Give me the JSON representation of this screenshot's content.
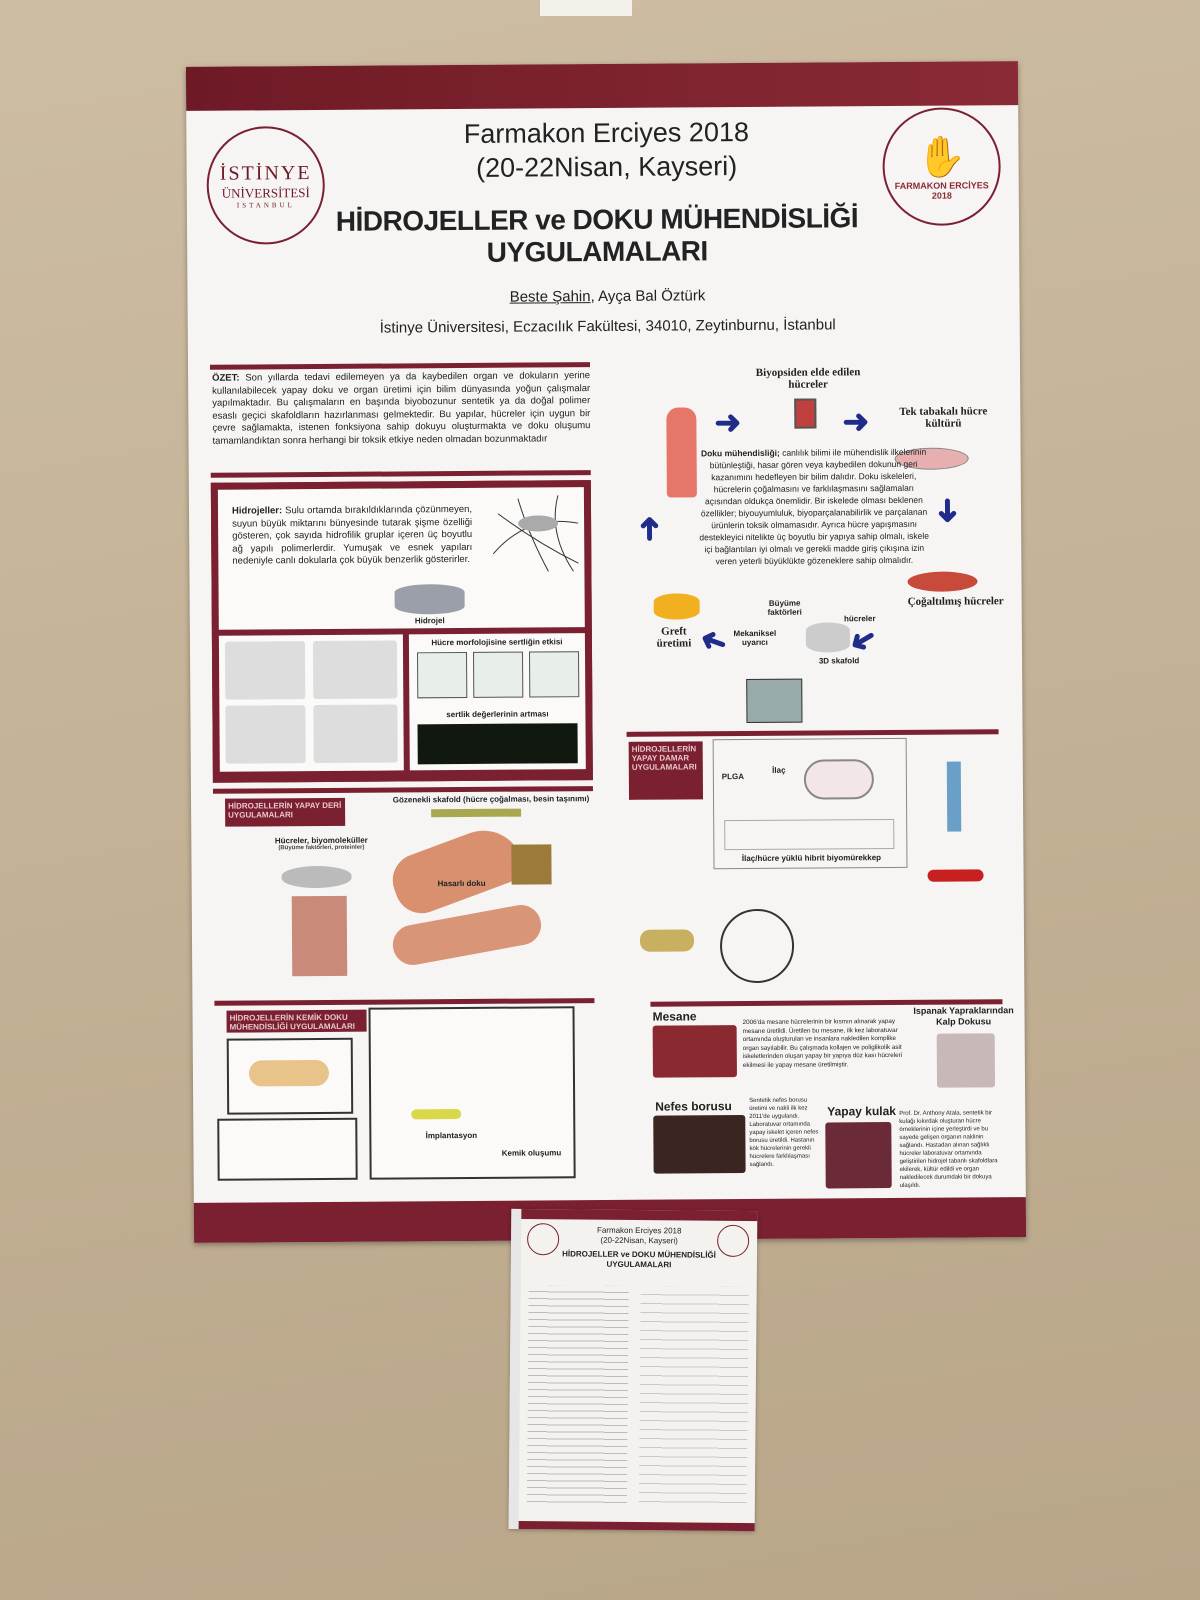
{
  "poster": {
    "conference": "Farmakon Erciyes 2018",
    "dates": "(20-22Nisan, Kayseri)",
    "title_line1": "HİDROJELLER ve DOKU MÜHENDİSLİĞİ",
    "title_line2": "UYGULAMALARI",
    "author1": "Beste Şahin",
    "author2": ", Ayça Bal Öztürk",
    "affiliation": "İstinye Üniversitesi, Eczacılık Fakültesi, 34010, Zeytinburnu, İstanbul",
    "logo_left": {
      "line1": "İSTİNYE",
      "line2": "ÜNİVERSİTESİ",
      "line3": "İSTANBUL"
    },
    "logo_right": "FARMAKON ERCİYES 2018",
    "abstract_label": "ÖZET:",
    "abstract": " Son yıllarda tedavi edilemeyen ya da kaybedilen organ ve dokuların yerine kullanılabilecek yapay doku ve organ üretimi için bilim dünyasında yoğun çalışmalar yapılmaktadır. Bu çalışmaların en başında biyobozunur sentetik ya da doğal polimer esaslı geçici skafoldların hazırlanması gelmektedir. Bu yapılar, hücreler için uygun bir çevre sağlamakta, istenen fonksiyona sahip dokuyu oluşturmakta ve doku oluşumu tamamlandıktan sonra herhangi bir toksik etkiye neden olmadan bozunmaktadır",
    "hydrogel_label": "Hidrojeller:",
    "hydrogel_text": " Sulu ortamda bırakıldıklarında çözünmeyen, suyun büyük miktarını bünyesinde tutarak şişme özelliği gösteren, çok sayıda hidrofilik gruplar içeren üç boyutlu ağ yapılı polimerlerdir. Yumuşak ve esnek yapıları nedeniyle canlı dokularla çok büyük benzerlik gösterirler.",
    "hydrogel_img": "Hidrojel",
    "stiffness_title": "Hücre morfolojisine sertliğin etkisi",
    "stiffness_axis": "sertlik değerlerinin artması",
    "cycle": {
      "biopsy": "Biyopsiden elde edilen hücreler",
      "monolayer": "Tek tabakalı hücre kültürü",
      "expanded": "Çoğaltılmış hücreler",
      "graft": "Greft üretimi",
      "scaffold": "3D skafold",
      "growth": "Büyüme faktörleri",
      "cells": "hücreler",
      "mech": "Mekaniksel uyarıcı",
      "te_label": "Doku mühendisliği;",
      "te_text": " canlılık bilimi ile mühendislik ilkelerinin bütünleştiği, hasar gören veya kaybedilen dokunun geri kazanımını hedefleyen bir bilim dalıdır. Doku iskeleleri, hücrelerin çoğalmasını ve farklılaşmasını sağlamaları açısından oldukça önemlidir. Bir iskelede olması beklenen özellikler; biyouyumluluk, biyoparçalanabilirlik ve parçalanan ürünlerin toksik olmamasıdır. Ayrıca hücre yapışmasını destekleyici nitelikte üç boyutlu bir yapıya sahip olmalı, iskele içi bağlantıları iyi olmalı ve gerekli madde giriş çıkışına izin veren yeterli büyüklükte gözeneklere sahip olmalıdır."
    },
    "skin": {
      "header": "HİDROJELLERİN YAPAY DERİ UYGULAMALARI",
      "porous": "Gözenekli skafold (hücre çoğalması, besin taşınımı)",
      "cells": "Hücreler, biyomoleküller",
      "cells_sub": "(Büyüme faktörleri, proteinler)",
      "damaged": "Hasarlı doku"
    },
    "bone": {
      "header": "HİDROJELLERİN KEMİK DOKU MÜHENDİSLİĞİ UYGULAMALARI",
      "implant": "İmplantasyon",
      "bone_form": "Kemik oluşumu"
    },
    "vessel": {
      "header": "HİDROJELLERİN YAPAY DAMAR UYGULAMALARI",
      "plga": "PLGA",
      "drug": "İlaç",
      "bioink": "İlaç/hücre yüklü hibrit biyomürekkep"
    },
    "mesane": {
      "title": "Mesane",
      "text": "2006'da mesane hücrelerinin bir kısmın alınarak yapay mesane üretildi. Üretilen bu mesane, ilk kez laboratuvar ortamında oluşturulan ve insanlara nakledilen komplike organ sayılabilir. Bu çalışmada kollajen ve poliglikolik asit iskeletlerinden oluşan yapay bir yapıya düz kası hücreleri ekilmesi ile yapay mesane üretilmiştir."
    },
    "heart": {
      "title": "Ispanak Yapraklarından Kalp Dokusu"
    },
    "trachea": {
      "title": "Nefes borusu",
      "text": "Sentetik nefes borusu üretimi ve nakli ilk kez 2011'de uygulandı. Laboratuvar ortamında yapay iskelet içeren nefes borusu üretildi. Hastanın kök hücrelerinin gerekli hücrelere farklılaşması sağlandı."
    },
    "ear": {
      "title": "Yapay kulak",
      "text": "Prof. Dr. Anthony Atala, sentetik bir kulağı kıkırdak oluşturan hücre örneklerinin içine yerleştirdi ve bu sayede gelişen organın naklinin sağlandı. Hastadan alınan sağlıklı hücreler laboratuvar ortamında geliştirilen hidrojel tabanlı skafoldlara ekilerek, kültür edildi ve organ nakledilecek durumdaki bir dokuya ulaşıldı."
    }
  },
  "colors": {
    "maroon": "#7a2030",
    "arrow_blue": "#1f2c8a",
    "wall": "#c3b195"
  }
}
